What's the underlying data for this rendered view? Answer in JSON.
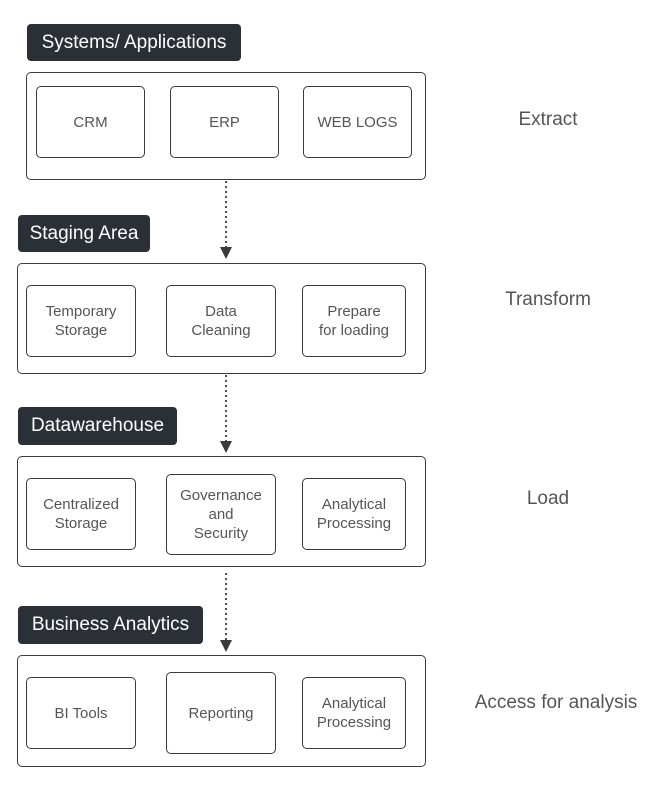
{
  "layers": [
    {
      "header": "Systems/ Applications",
      "phase": "Extract",
      "boxes": [
        "CRM",
        "ERP",
        "WEB LOGS"
      ]
    },
    {
      "header": "Staging Area",
      "phase": "Transform",
      "boxes": [
        "Temporary\nStorage",
        "Data\nCleaning",
        "Prepare\nfor loading"
      ]
    },
    {
      "header": "Datawarehouse",
      "phase": "Load",
      "boxes": [
        "Centralized\nStorage",
        "Governance\nand\nSecurity",
        "Analytical\nProcessing"
      ]
    },
    {
      "header": "Business Analytics",
      "phase": "Access for analysis",
      "boxes": [
        "BI Tools",
        "Reporting",
        "Analytical\nProcessing"
      ]
    }
  ]
}
